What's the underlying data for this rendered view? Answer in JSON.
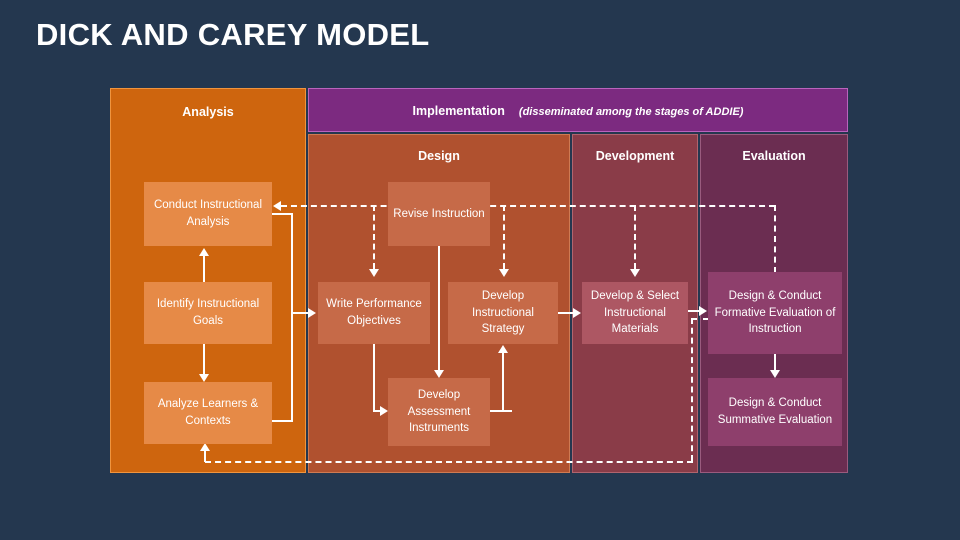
{
  "slide": {
    "title": "DICK AND CAREY MODEL",
    "background_color": "#24374f"
  },
  "panels": {
    "analysis": {
      "label": "Analysis",
      "background_color": "#ce650e",
      "box_color": "#e68a47"
    },
    "implementation": {
      "label": "Implementation",
      "note": "(disseminated among the stages of ADDIE)",
      "background_color": "#7c2a80"
    },
    "design": {
      "label": "Design",
      "background_color": "#b0512f",
      "box_color": "#c66a48"
    },
    "development": {
      "label": "Development",
      "background_color": "#8a3c48",
      "box_color": "#ad5763"
    },
    "evaluation": {
      "label": "Evaluation",
      "background_color": "#6b2d51",
      "box_color": "#8e3f6c"
    }
  },
  "boxes": {
    "conduct_instructional_analysis": "Conduct Instructional Analysis",
    "identify_instructional_goals": "Identify Instructional Goals",
    "analyze_learners_contexts": "Analyze Learners & Contexts",
    "revise_instruction": "Revise Instruction",
    "write_performance_objectives": "Write Performance Objectives",
    "develop_instructional_strategy": "Develop Instructional Strategy",
    "develop_assessment_instruments": "Develop Assessment Instruments",
    "develop_select_instructional_materials": "Develop & Select Instructional Materials",
    "design_conduct_formative_evaluation": "Design & Conduct Formative Evaluation of Instruction",
    "design_conduct_summative_evaluation": "Design & Conduct Summative Evaluation"
  }
}
